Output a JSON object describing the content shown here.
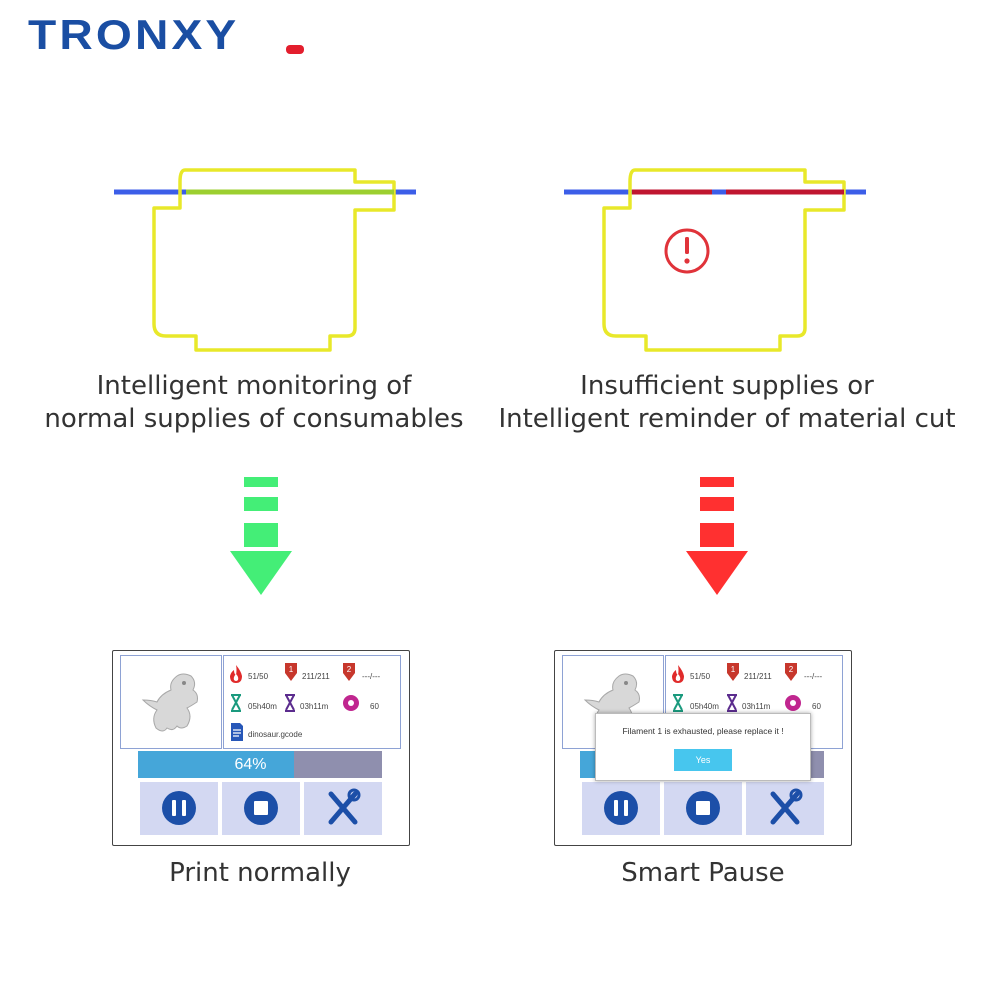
{
  "brand": {
    "logo_text": "TRONXY"
  },
  "colors": {
    "brand_blue": "#1a4ea3",
    "brand_red": "#e31e2d",
    "frame_yellow": "#e8e82a",
    "filament_blue": "#3c5ee8",
    "filament_green": "#9ccf30",
    "filament_red": "#c01630",
    "arrow_green": "#44ee77",
    "arrow_red": "#ff3030"
  },
  "left_panel": {
    "caption_line1": "Intelligent monitoring of",
    "caption_line2": "normal supplies of consumables",
    "bottom_label": "Print normally",
    "screen": {
      "flame_value": "51/50",
      "extruder1_value": "211/211",
      "extruder2_value": "---/---",
      "elapsed_time": "05h40m",
      "remaining_time": "03h11m",
      "fan_value": "60",
      "filename": "dinosaur.gcode",
      "progress": 0.64,
      "progress_label": "64%"
    }
  },
  "right_panel": {
    "caption_line1": "Insufficient supplies or",
    "caption_line2": "Intelligent reminder of material cut",
    "bottom_label": "Smart Pause",
    "screen": {
      "flame_value": "51/50",
      "extruder1_value": "211/211",
      "extruder2_value": "---/---",
      "elapsed_time": "05h40m",
      "remaining_time": "03h11m",
      "fan_value": "60",
      "progress": 0.64,
      "dialog_message": "Filament 1 is exhausted,  please replace it !",
      "dialog_button": "Yes"
    }
  }
}
